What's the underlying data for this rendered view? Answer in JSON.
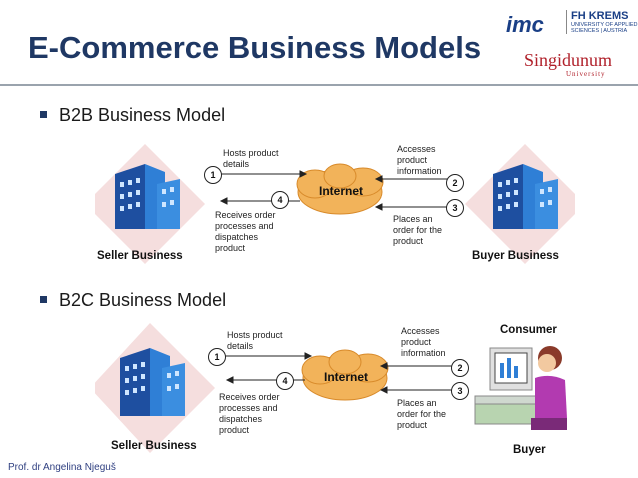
{
  "header": {
    "title": "E-Commerce Business Models",
    "logo_imc": "imc",
    "logo_fh": "FH KREMS",
    "logo_fh_sub1": "UNIVERSITY OF APPLIED",
    "logo_fh_sub2": "SCIENCES | AUSTRIA",
    "logo_singidunum": "Singidunum",
    "logo_university": "University"
  },
  "bullets": [
    {
      "label": "B2B Business Model"
    },
    {
      "label": "B2C Business Model"
    }
  ],
  "b2b": {
    "left_label": "Seller Business",
    "right_label": "Buyer Business",
    "cloud": "Internet",
    "step1": "Hosts product\ndetails",
    "step2": "Accesses\nproduct\ninformation",
    "step3": "Places an\norder for the\nproduct",
    "step4": "Receives order\nprocesses and\ndispatches\nproduct"
  },
  "b2c": {
    "left_label": "Seller Business",
    "right_top_label": "Consumer",
    "right_label": "Buyer",
    "cloud": "Internet",
    "step1": "Hosts product\ndetails",
    "step2": "Accesses\nproduct\ninformation",
    "step3": "Places an\norder for the\nproduct",
    "step4": "Receives order\nprocesses and\ndispatches\nproduct"
  },
  "numbers": [
    "1",
    "2",
    "3",
    "4"
  ],
  "footer": "Prof. dr Angelina Njeguš",
  "colors": {
    "title": "#1f3864",
    "building": "#2f7fd6",
    "cloud": "#f2b35a",
    "backdrop": "#f5dede"
  }
}
